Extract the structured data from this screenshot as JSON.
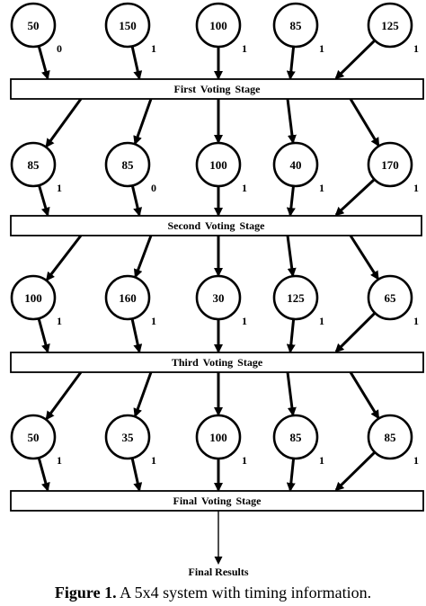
{
  "diagram": {
    "rows": [
      {
        "values": [
          "50",
          "150",
          "100",
          "85",
          "125"
        ],
        "bits": [
          "0",
          "1",
          "1",
          "1",
          "1"
        ]
      },
      {
        "values": [
          "85",
          "85",
          "100",
          "40",
          "170"
        ],
        "bits": [
          "1",
          "0",
          "1",
          "1",
          "1"
        ]
      },
      {
        "values": [
          "100",
          "160",
          "30",
          "125",
          "65"
        ],
        "bits": [
          "1",
          "1",
          "1",
          "1",
          "1"
        ]
      },
      {
        "values": [
          "50",
          "35",
          "100",
          "85",
          "85"
        ],
        "bits": [
          "1",
          "1",
          "1",
          "1",
          "1"
        ]
      }
    ],
    "stages": [
      "First Voting Stage",
      "Second Voting Stage",
      "Third  Voting Stage",
      "Final  Voting Stage"
    ],
    "result_label": "Final Results"
  },
  "caption": {
    "label": "Figure 1.",
    "text": " A 5x4 system with timing information."
  }
}
